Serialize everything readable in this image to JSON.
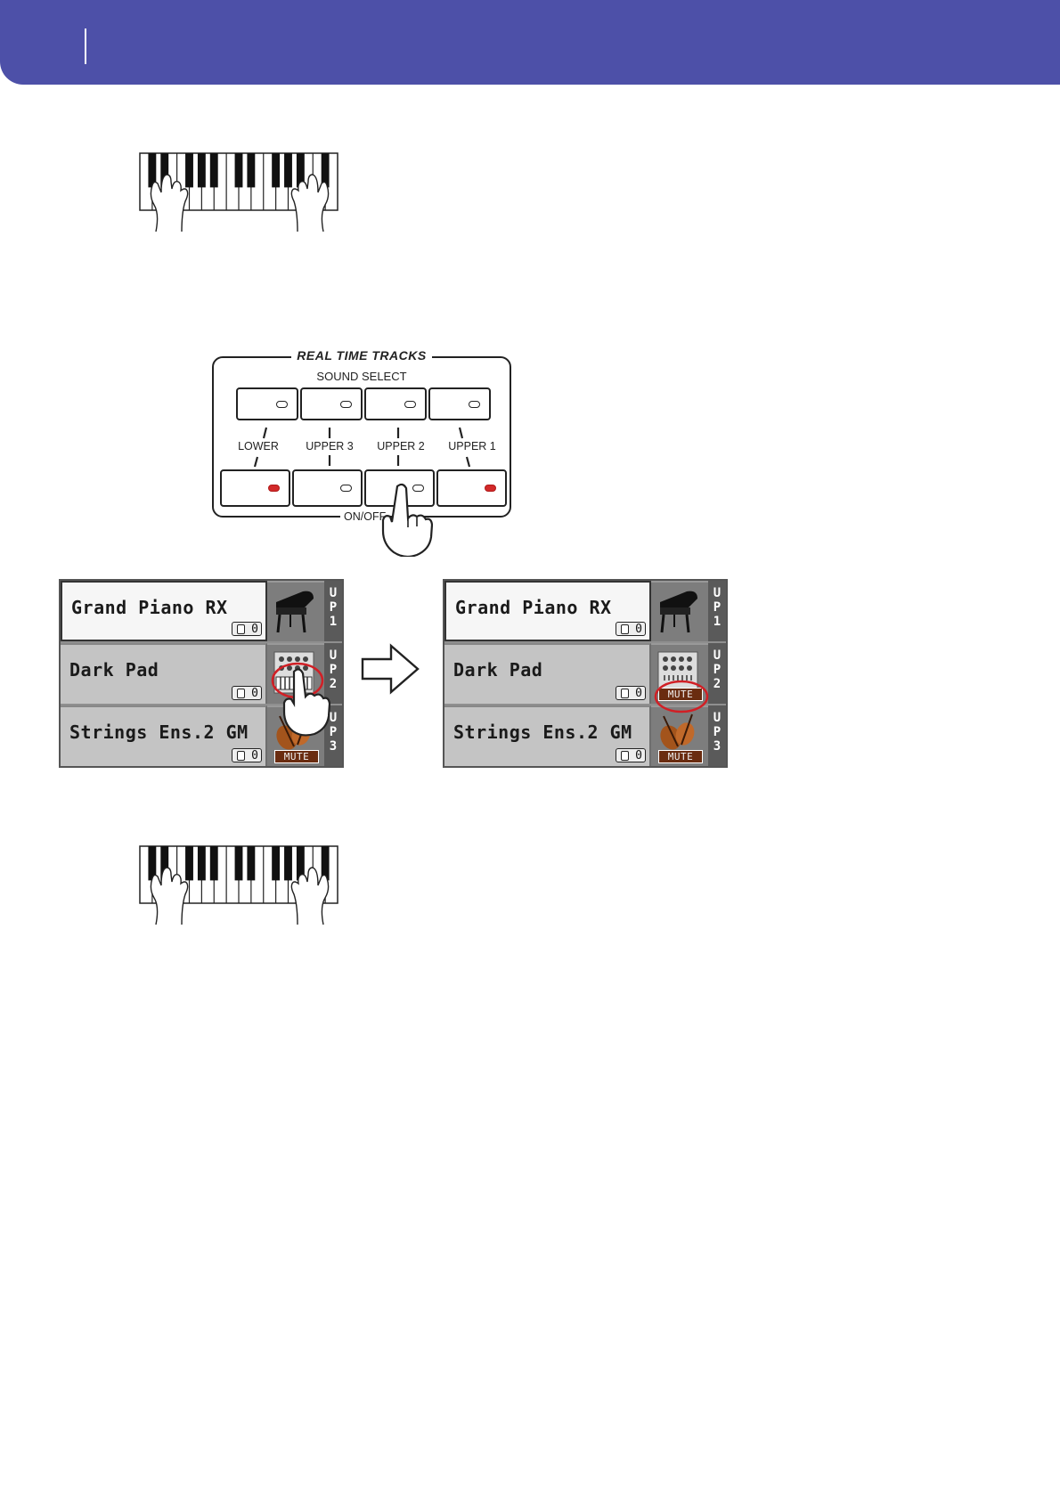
{
  "colors": {
    "header": "#4d50a8",
    "led_on": "#d22a2a",
    "highlight_circle": "#d11f25"
  },
  "icons": [
    "keyboard-hands-icon",
    "pointing-hand-icon",
    "arrow-right-icon",
    "grand-piano-icon",
    "pad-icon",
    "strings-icon"
  ],
  "panel": {
    "title": "REAL TIME TRACKS",
    "subtitle": "SOUND SELECT",
    "tracks": [
      "LOWER",
      "UPPER 3",
      "UPPER 2",
      "UPPER 1"
    ],
    "onoff_label": "ON/OFF",
    "led_states": [
      "on",
      "off",
      "off",
      "on"
    ]
  },
  "screens": {
    "before": {
      "rows": [
        {
          "name": "Grand Piano RX",
          "octave": "0",
          "tag": [
            "U",
            "P",
            "1"
          ],
          "muted": false
        },
        {
          "name": "Dark Pad",
          "octave": "0",
          "tag": [
            "U",
            "P",
            "2"
          ],
          "muted": false
        },
        {
          "name": "Strings Ens.2 GM",
          "octave": "0",
          "tag": [
            "U",
            "P",
            "3"
          ],
          "muted": true
        }
      ]
    },
    "after": {
      "rows": [
        {
          "name": "Grand Piano RX",
          "octave": "0",
          "tag": [
            "U",
            "P",
            "1"
          ],
          "muted": false
        },
        {
          "name": "Dark Pad",
          "octave": "0",
          "tag": [
            "U",
            "P",
            "2"
          ],
          "muted": true
        },
        {
          "name": "Strings Ens.2 GM",
          "octave": "0",
          "tag": [
            "U",
            "P",
            "3"
          ],
          "muted": true
        }
      ]
    },
    "mute_label": "MUTE"
  }
}
